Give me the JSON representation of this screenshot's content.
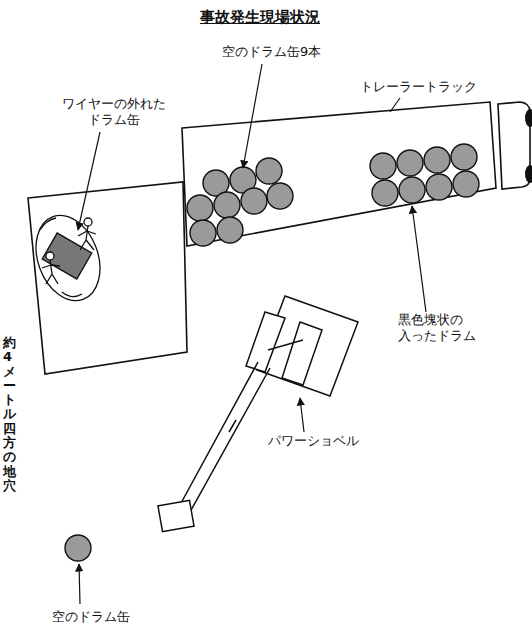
{
  "diagram": {
    "title": "事故発生現場状況",
    "labels": [
      "空のドラム缶9本",
      "トレーラートラック",
      "ワイヤーの外れた ドラム缶",
      "約4メートル四方の地穴",
      "黒色塊状の 入ったドラム",
      "パワーショベル",
      "空のドラム缶"
    ]
  }
}
